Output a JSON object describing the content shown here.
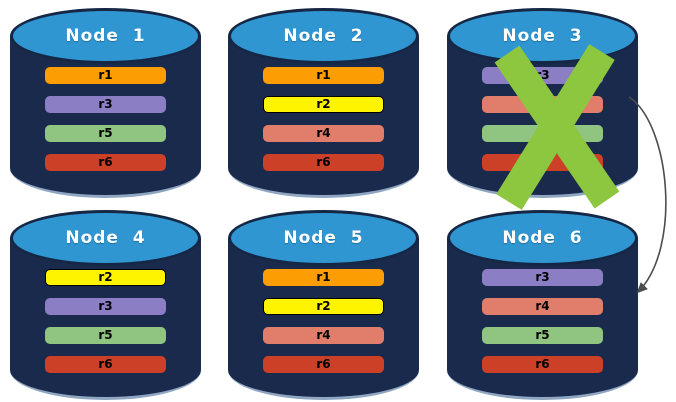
{
  "colors": {
    "cylinder_body": "#1A2A4C",
    "cylinder_top": "#2F96D2",
    "cylinder_border": "#152744",
    "bottom_highlight": "#8FA6C2",
    "title_text": "#FFFFFF",
    "row_text": "#000000",
    "x_mark": "#8DC63F",
    "arrow": "#4D4D4D"
  },
  "nodes": [
    {
      "title": "Node  1",
      "rows": [
        {
          "label": "r1",
          "color": "#FC9E03"
        },
        {
          "label": "r3",
          "color": "#8B7EC5"
        },
        {
          "label": "r5",
          "color": "#8FC580"
        },
        {
          "label": "r6",
          "color": "#CB4027"
        }
      ]
    },
    {
      "title": "Node  2",
      "rows": [
        {
          "label": "r1",
          "color": "#FC9E03"
        },
        {
          "label": "r2",
          "color": "#FFF400",
          "border": "#000000"
        },
        {
          "label": "r4",
          "color": "#E07E6B"
        },
        {
          "label": "r6",
          "color": "#CB4027"
        }
      ]
    },
    {
      "title": "Node  3",
      "rows": [
        {
          "label": "r3",
          "color": "#8B7EC5"
        },
        {
          "label": "",
          "color": "#E07E6B"
        },
        {
          "label": "",
          "color": "#8FC580"
        },
        {
          "label": "",
          "color": "#CB4027"
        }
      ]
    },
    {
      "title": "Node  4",
      "rows": [
        {
          "label": "r2",
          "color": "#FFF400",
          "border": "#000000"
        },
        {
          "label": "r3",
          "color": "#8B7EC5"
        },
        {
          "label": "r5",
          "color": "#8FC580"
        },
        {
          "label": "r6",
          "color": "#CB4027"
        }
      ]
    },
    {
      "title": "Node  5",
      "rows": [
        {
          "label": "r1",
          "color": "#FC9E03"
        },
        {
          "label": "r2",
          "color": "#FFF400",
          "border": "#000000"
        },
        {
          "label": "r4",
          "color": "#E07E6B"
        },
        {
          "label": "r6",
          "color": "#CB4027"
        }
      ]
    },
    {
      "title": "Node  6",
      "rows": [
        {
          "label": "r3",
          "color": "#8B7EC5"
        },
        {
          "label": "r4",
          "color": "#E07E6B"
        },
        {
          "label": "r5",
          "color": "#8FC580"
        },
        {
          "label": "r6",
          "color": "#CB4027"
        }
      ]
    }
  ],
  "annotations": {
    "x_mark_on": "Node  3",
    "arrow_from": "Node  3",
    "arrow_to": "Node  6"
  }
}
